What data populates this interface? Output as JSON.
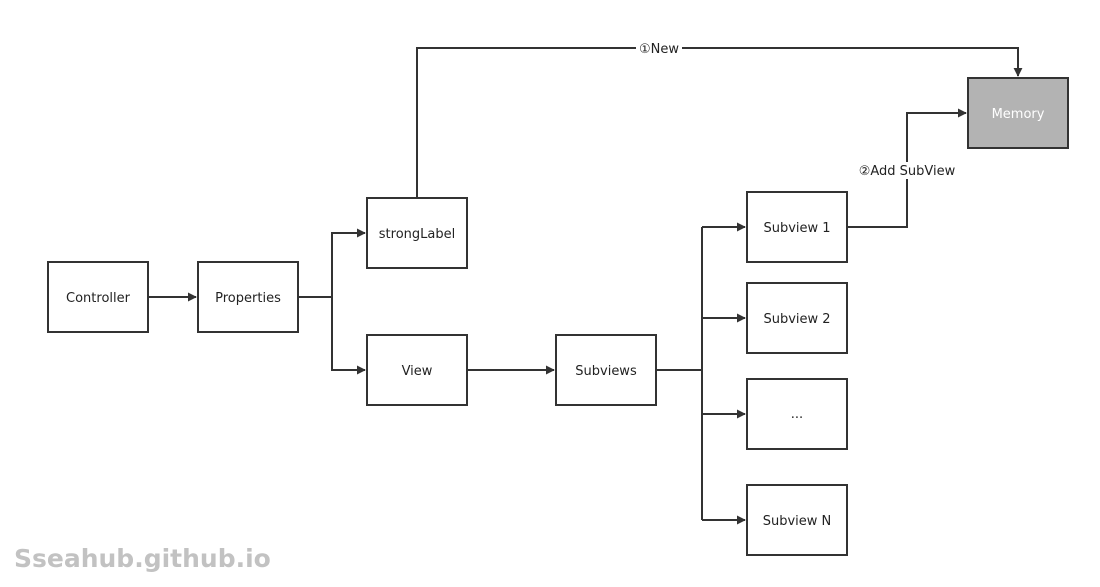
{
  "diagram": {
    "nodes": {
      "controller": "Controller",
      "properties": "Properties",
      "strong_label": "strongLabel",
      "view": "View",
      "subviews": "Subviews",
      "subview_1": "Subview 1",
      "subview_2": "Subview 2",
      "subview_ellipsis": "...",
      "subview_n": "Subview N",
      "memory": "Memory"
    },
    "edges": {
      "new_label": "①New",
      "add_subview_label": "②Add SubView"
    },
    "colors": {
      "stroke": "#333333",
      "memory_fill": "#b3b3b3",
      "background": "#ffffff"
    }
  },
  "watermark": "Sseahub.github.io"
}
